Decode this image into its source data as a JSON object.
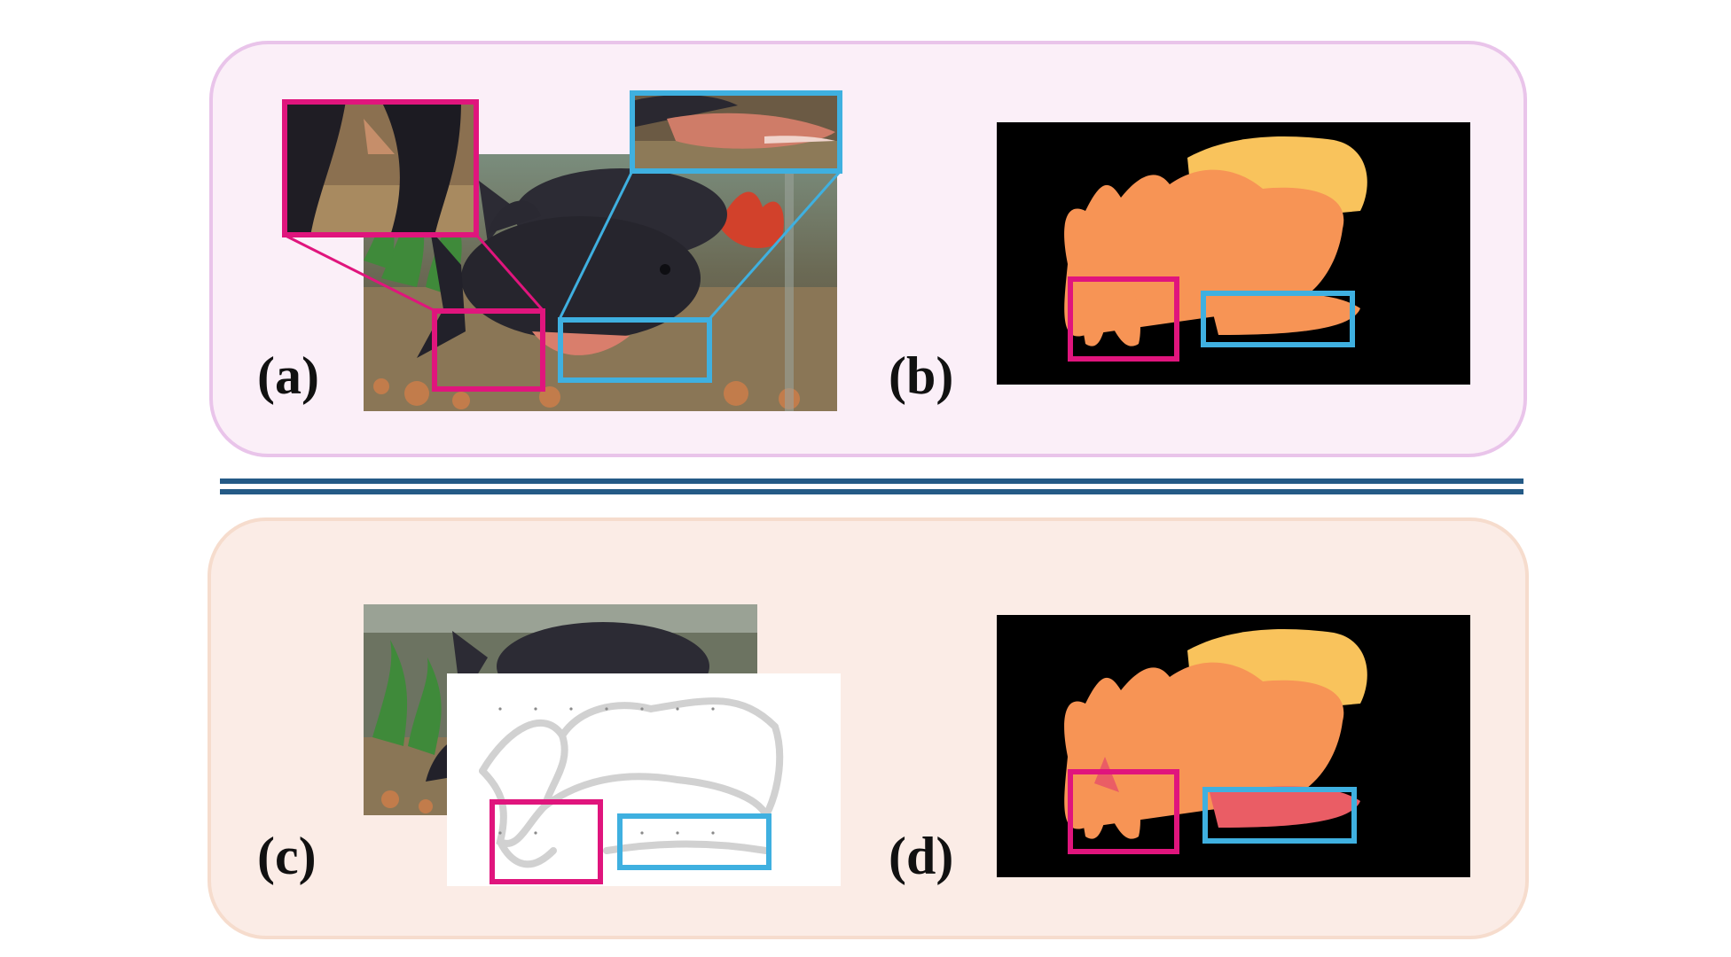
{
  "labels": {
    "a": "(a)",
    "b": "(b)",
    "c": "(c)",
    "d": "(d)"
  },
  "colors": {
    "highlight_pink": "#e0157d",
    "highlight_blue": "#3fb0e0",
    "mask_orange": "#f79455",
    "mask_yellow": "#f9c35c",
    "mask_red": "#ea5d65",
    "divider": "#245a86",
    "panel_top_bg": "#fbeff8",
    "panel_bottom_bg": "#fbece6"
  },
  "images": {
    "a": "aquarium-fish-photo",
    "b": "segmentation-mask",
    "c": "photo-with-edge-map-overlay",
    "d": "refined-segmentation-mask"
  }
}
